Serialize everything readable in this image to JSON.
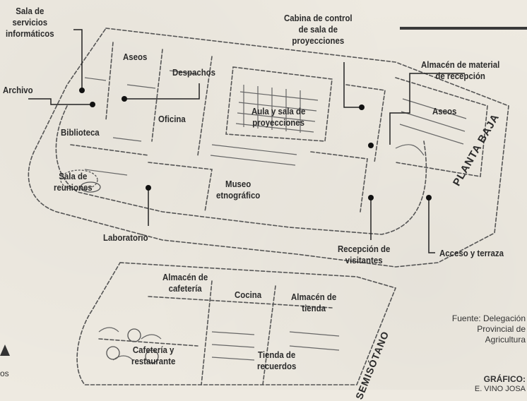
{
  "labels": {
    "sala_servicios": [
      "Sala de",
      "servicios",
      "informáticos"
    ],
    "aseos_left": "Aseos",
    "despachos": "Despachos",
    "archivo": "Archivo",
    "oficina": "Oficina",
    "biblioteca": "Biblioteca",
    "sala_reuniones": [
      "Sala de",
      "reuniones"
    ],
    "laboratorio": "Laboratorio",
    "museo": [
      "Museo",
      "etnográfico"
    ],
    "aula": [
      "Aula y sala de",
      "proyecciones"
    ],
    "cabina": [
      "Cabina de control",
      "de sala de",
      "proyecciones"
    ],
    "almacen_recepcion": [
      "Almacén de material",
      "de recepción"
    ],
    "aseos_right": "Aseos",
    "recepcion": [
      "Recepción de",
      "visitantes"
    ],
    "acceso": "Acceso y terraza",
    "almacen_cafeteria": [
      "Almacén de",
      "cafetería"
    ],
    "cocina": "Cocina",
    "almacen_tienda": [
      "Almacén de",
      "tienda"
    ],
    "cafeteria": [
      "Cafetería y",
      "restaurante"
    ],
    "tienda": [
      "Tienda de",
      "recuerdos"
    ]
  },
  "floors": {
    "planta_baja": "PLANTA BAJA",
    "semisotano": "SEMISÓTANO"
  },
  "source": [
    "Fuente: Delegación",
    "Provincial de",
    "Agricultura"
  ],
  "graphic_credit": [
    "GRÁFICO:",
    "E. VINO JOSA"
  ],
  "left_fragment": "os"
}
